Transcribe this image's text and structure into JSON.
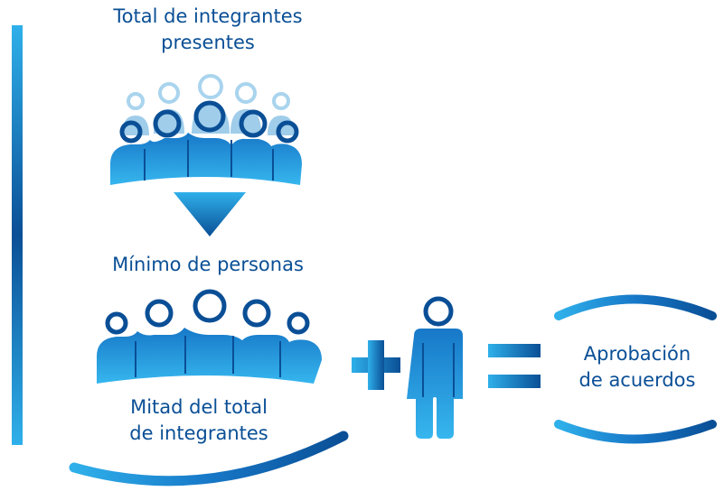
{
  "labels": {
    "total_present": "Total de integrantes\npresentes",
    "minimum_people": "Mínimo de personas",
    "half_total": "Mitad del total\nde integrantes",
    "result": "Aprobación\nde acuerdos"
  },
  "operators": {
    "plus": "+",
    "equals": "="
  },
  "colors": {
    "dark_blue": "#0a4f96",
    "mid_blue": "#1778c8",
    "light_blue": "#2fb0ea",
    "pale_blue": "#9fcdea"
  },
  "icons": [
    "crowd-icon",
    "arrow-down-icon",
    "plus-icon",
    "person-icon",
    "equals-icon"
  ]
}
